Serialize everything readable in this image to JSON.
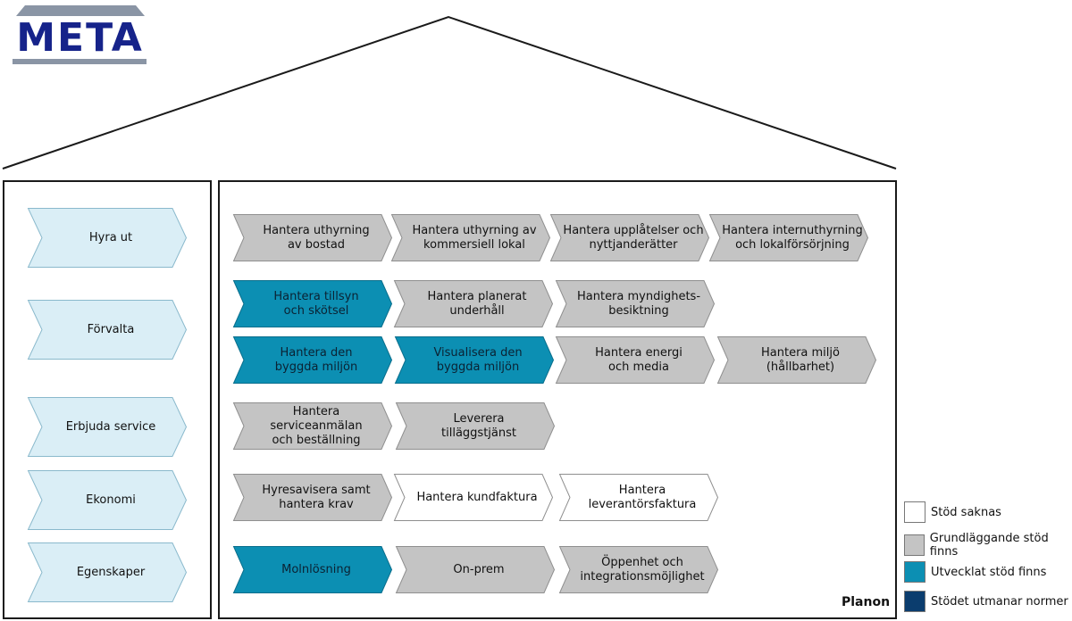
{
  "logo": {
    "text": "META",
    "color": "#16238a"
  },
  "colors": {
    "gray": "#c4c4c4",
    "blue": "#0c8fb3",
    "white": "#ffffff",
    "navy": "#0b3d6e",
    "light": "#daeef6"
  },
  "categories": [
    {
      "label": "Hyra ut"
    },
    {
      "label": "Förvalta"
    },
    {
      "label": "Erbjuda service"
    },
    {
      "label": "Ekonomi"
    },
    {
      "label": "Egenskaper"
    }
  ],
  "processes": [
    {
      "label": "Hantera uthyrning\nav bostad",
      "status": "gray"
    },
    {
      "label": "Hantera uthyrning av\nkommersiell lokal",
      "status": "gray"
    },
    {
      "label": "Hantera upplåtelser och\nnyttjanderätter",
      "status": "gray"
    },
    {
      "label": "Hantera internuthyrning\noch lokalförsörjning",
      "status": "gray"
    },
    {
      "label": "Hantera tillsyn\noch skötsel",
      "status": "blue"
    },
    {
      "label": "Hantera planerat\nunderhåll",
      "status": "gray"
    },
    {
      "label": "Hantera myndighets-\nbesiktning",
      "status": "gray"
    },
    {
      "label": "Hantera den\nbyggda miljön",
      "status": "blue"
    },
    {
      "label": "Visualisera den\nbyggda miljön",
      "status": "blue"
    },
    {
      "label": "Hantera energi\noch media",
      "status": "gray"
    },
    {
      "label": "Hantera miljö\n(hållbarhet)",
      "status": "gray"
    },
    {
      "label": "Hantera serviceanmälan\noch beställning",
      "status": "gray"
    },
    {
      "label": "Leverera\ntilläggstjänst",
      "status": "gray"
    },
    {
      "label": "Hyresavisera samt\nhantera krav",
      "status": "gray"
    },
    {
      "label": "Hantera kundfaktura",
      "status": "white"
    },
    {
      "label": "Hantera\nleverantörsfaktura",
      "status": "white"
    },
    {
      "label": "Molnlösning",
      "status": "blue"
    },
    {
      "label": "On-prem",
      "status": "gray"
    },
    {
      "label": "Öppenhet och\nintegrationsmöjlighet",
      "status": "gray"
    }
  ],
  "planon_label": "Planon",
  "legend": [
    {
      "label": "Stöd saknas",
      "color": "#ffffff"
    },
    {
      "label": "Grundläggande stöd finns",
      "color": "#c4c4c4"
    },
    {
      "label": "Utvecklat stöd finns",
      "color": "#0c8fb3"
    },
    {
      "label": "Stödet utmanar normer",
      "color": "#0b3d6e"
    }
  ]
}
